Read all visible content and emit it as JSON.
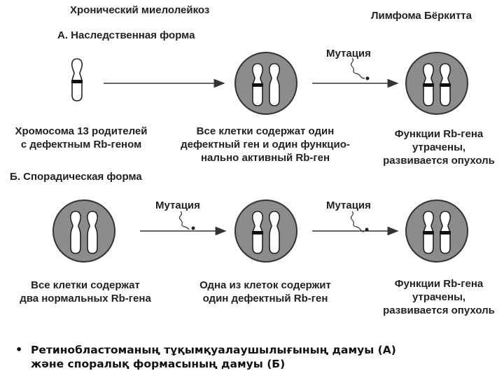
{
  "header": {
    "left_title": "Хронический миелолейкоз",
    "right_title": "Лимфома Бёркитта"
  },
  "section_a": {
    "title": "А. Наследственная форма",
    "mutation_label": "Мутация",
    "caption_1": [
      "Хромосома 13 родителей",
      "с дефектным Rb-геном"
    ],
    "caption_2": [
      "Все клетки содержат один",
      "дефектный ген и один функцио-",
      "нально активный Rb-ген"
    ],
    "caption_3": [
      "Функции Rb-гена",
      "утрачены,",
      "развивается опухоль"
    ]
  },
  "section_b": {
    "title": "Б. Спорадическая форма",
    "mutation_label_1": "Мутация",
    "mutation_label_2": "Мутация",
    "caption_1": [
      "Все клетки содержат",
      "два нормальных Rb-гена"
    ],
    "caption_2": [
      "Одна из клеток содержит",
      "один дефектный Rb-ген"
    ],
    "caption_3": [
      "Функции Rb-гена",
      "утрачены,",
      "развивается опухоль"
    ]
  },
  "footer": {
    "bullet": "•",
    "lines": [
      "Ретинобластоманың тұқымқуалаушылығының дамуы  (А)",
      "және споралық формасының дамуы (Б)"
    ]
  },
  "colors": {
    "cell_fill": "#8c8c8c",
    "chromosome_fill": "#ffffff",
    "band_color": "#111111",
    "line_color": "#333333"
  }
}
